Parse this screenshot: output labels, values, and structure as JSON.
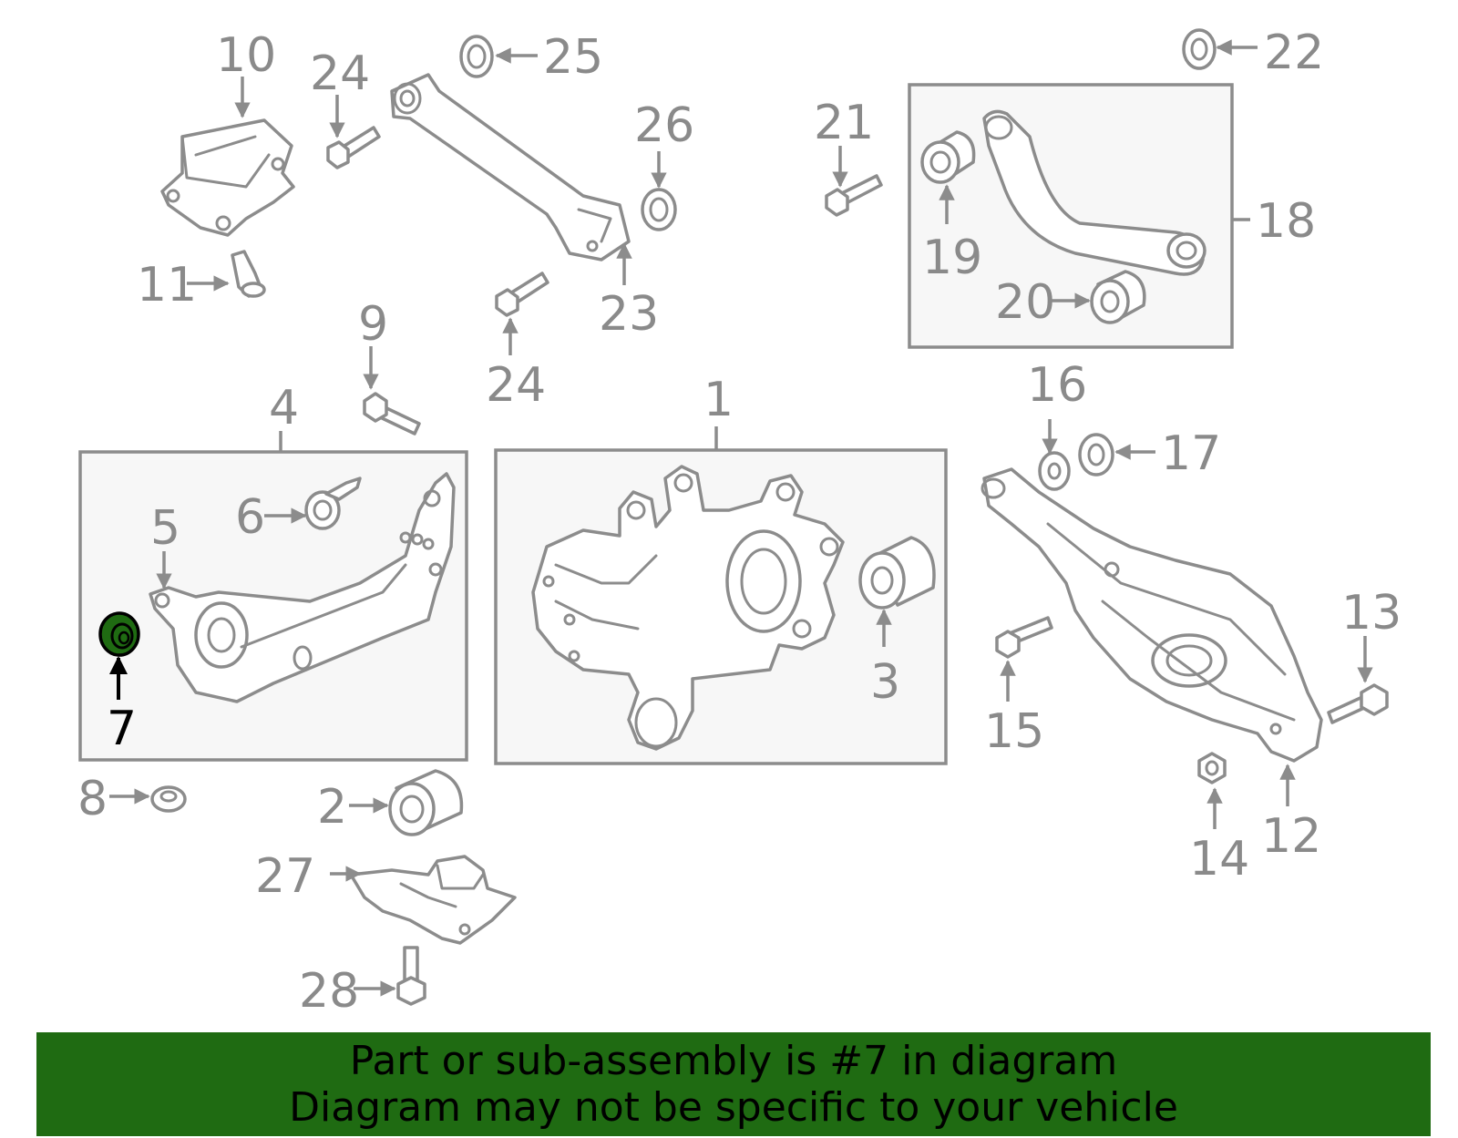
{
  "callouts": {
    "c1": "1",
    "c2": "2",
    "c3": "3",
    "c4": "4",
    "c5": "5",
    "c6": "6",
    "c7": "7",
    "c8": "8",
    "c9": "9",
    "c10": "10",
    "c11": "11",
    "c12": "12",
    "c13": "13",
    "c14": "14",
    "c15": "15",
    "c16": "16",
    "c17": "17",
    "c18": "18",
    "c19": "19",
    "c20": "20",
    "c21": "21",
    "c22": "22",
    "c23": "23",
    "c24a": "24",
    "c24b": "24",
    "c25": "25",
    "c26": "26",
    "c27": "27",
    "c28": "28"
  },
  "highlight": {
    "part": "7",
    "color": "#1f6b12"
  },
  "banner": {
    "line1": "Part or sub-assembly is #7 in diagram",
    "line2": "Diagram may not be specific to your vehicle",
    "background": "#1f6b12"
  }
}
